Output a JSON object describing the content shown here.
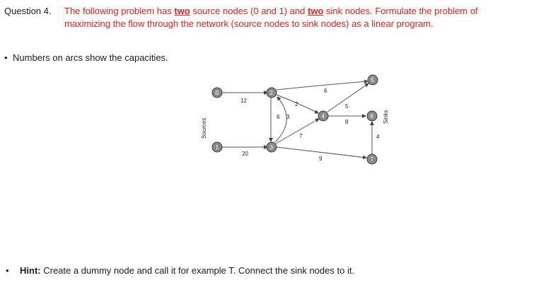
{
  "question": {
    "label": "Question 4.",
    "line1_pre": "The following problem has ",
    "line1_two1": "two",
    "line1_mid": " source nodes (0 and 1) and ",
    "line1_two2": "two",
    "line1_post": " sink nodes. Formulate the problem of",
    "line2": "maximizing the flow through the network (source nodes to sink nodes) as a linear program."
  },
  "bullet": {
    "mark": "•",
    "text": "Numbers on arcs show the capacities."
  },
  "diagram": {
    "sources_label": "Sources",
    "sinks_label": "Sinks",
    "nodes": [
      "0",
      "1",
      "2",
      "3",
      "4",
      "5",
      "6",
      "7"
    ],
    "capacities": {
      "e0_2": "12",
      "e1_3": "20",
      "e2_3": "6",
      "e3_2": "3",
      "e2_4": "2",
      "e2_5": "6",
      "e4_5": "5",
      "e3_4": "7",
      "e4_6": "8",
      "e7_6": "4",
      "e3_7": "9"
    }
  },
  "hint": {
    "mark": "•",
    "label": "Hint:",
    "text": " Create a dummy node and call it for example T. Connect the sink nodes to it."
  }
}
